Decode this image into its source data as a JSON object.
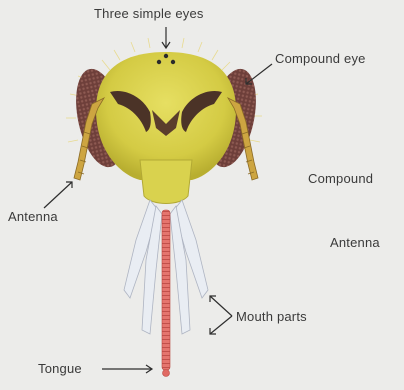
{
  "labels": {
    "simple_eyes": "Three simple eyes",
    "compound_eye_left": "Compound eye",
    "compound_eye_right": "Compound",
    "antenna_left": "Antenna",
    "antenna_right": "Antenna",
    "mouth_parts": "Mouth parts",
    "tongue": "Tongue"
  },
  "colors": {
    "background": "#ececea",
    "head": "#d7cf4c",
    "compound_eye": "#7a4a44",
    "antenna": "#c9a23c",
    "mouth_parts": "#e8ecf2",
    "tongue": "#e4736d",
    "label_text": "#3a3a3a"
  }
}
